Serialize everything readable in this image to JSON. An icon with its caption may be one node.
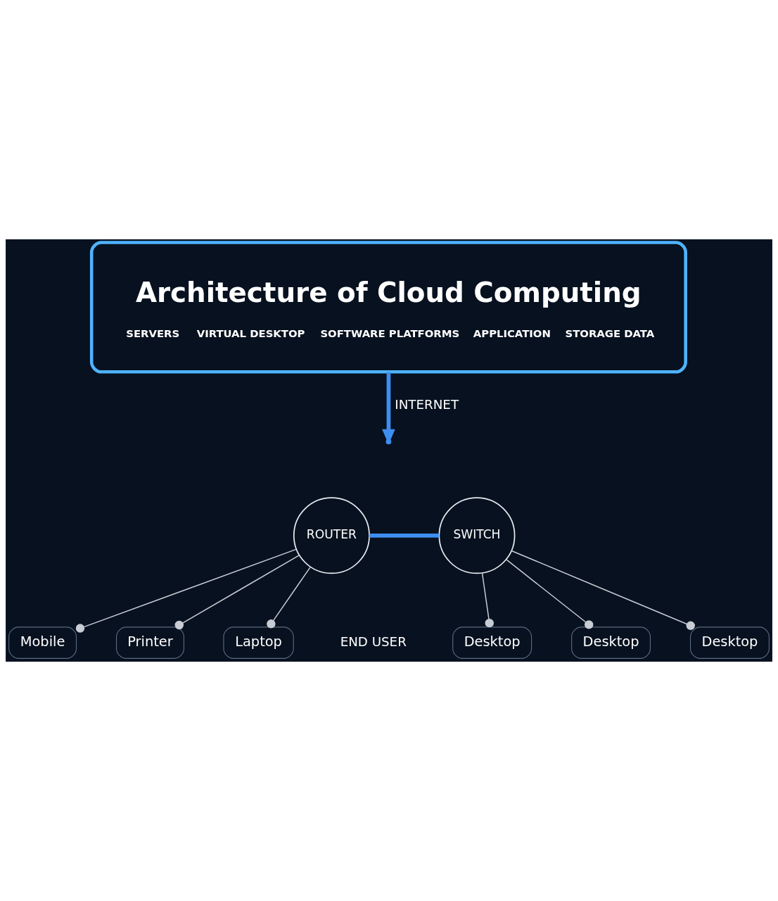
{
  "diagram": {
    "nodes": [
      {
        "text": [
          "Architecture of Cloud Computing",
          "SERVERS",
          "VIRTUAL DESKTOP",
          "SOFTWARE PLATFORMS",
          "APPLICATION",
          "STORAGE DATA"
        ]
      },
      {
        "text": [
          "ROUTER"
        ]
      },
      {
        "text": [
          "SWITCH"
        ]
      },
      {
        "text": [
          "Mobile"
        ]
      },
      {
        "text": [
          "Printer"
        ]
      },
      {
        "text": [
          "Laptop"
        ]
      },
      {
        "text": [
          "Desktop"
        ]
      },
      {
        "text": [
          "Desktop"
        ]
      },
      {
        "text": [
          "Desktop"
        ]
      }
    ],
    "edges": [
      {
        "from": 0,
        "to": null,
        "arrow": "to",
        "label": "INTERNET",
        "style": "thick",
        "color": "#3d8ef0"
      },
      {
        "from": 1,
        "to": 2,
        "arrow": "none",
        "style": "thick",
        "color": "#3d8ef0"
      },
      {
        "from": 1,
        "to": 3,
        "arrow": "other"
      },
      {
        "from": 1,
        "to": 4,
        "arrow": "other"
      },
      {
        "from": 1,
        "to": 5,
        "arrow": "other"
      },
      {
        "from": 2,
        "to": 6,
        "arrow": "other"
      },
      {
        "from": 2,
        "to": 7,
        "arrow": "other"
      },
      {
        "from": 2,
        "to": 8,
        "arrow": "other"
      }
    ],
    "labels": [
      "END USER"
    ]
  }
}
